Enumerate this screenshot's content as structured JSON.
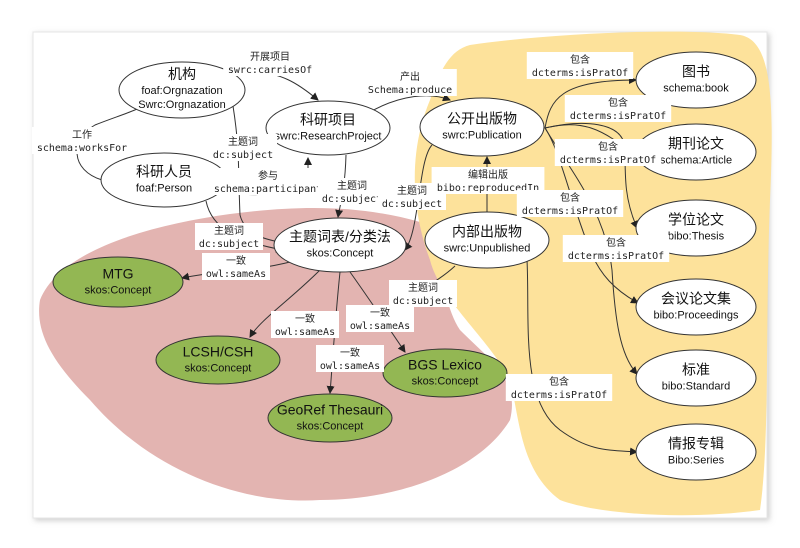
{
  "colors": {
    "concept_region": "#e3b4b1",
    "publication_region": "#fde29b",
    "concept_node": "#93b753",
    "node_fill": "#ffffff",
    "edge": "#333333"
  },
  "nodes": {
    "org": {
      "title": "机构",
      "lines": [
        "foaf:Orgnazation",
        "Swrc:Orgnazation"
      ]
    },
    "project": {
      "title": "科研项目",
      "lines": [
        "swrc:ResearchProject"
      ]
    },
    "person": {
      "title": "科研人员",
      "lines": [
        "foaf:Person"
      ]
    },
    "thesaurus": {
      "title": "主题词表/分类法",
      "lines": [
        "skos:Concept"
      ]
    },
    "mtg": {
      "title": "MTG",
      "lines": [
        "skos:Concept"
      ]
    },
    "lcsh": {
      "title": "LCSH/CSH",
      "lines": [
        "skos:Concept"
      ]
    },
    "georef": {
      "title": "GeoRef Thesauri",
      "lines": [
        "skos:Concept"
      ]
    },
    "bgs": {
      "title": "BGS Lexico",
      "lines": [
        "skos:Concept"
      ]
    },
    "publication": {
      "title": "公开出版物",
      "lines": [
        "swrc:Publication"
      ]
    },
    "unpublished": {
      "title": "内部出版物",
      "lines": [
        "swrc:Unpublished"
      ]
    },
    "book": {
      "title": "图书",
      "lines": [
        "schema:book"
      ]
    },
    "article": {
      "title": "期刊论文",
      "lines": [
        "schema:Article"
      ]
    },
    "thesis": {
      "title": "学位论文",
      "lines": [
        "bibo:Thesis"
      ]
    },
    "proceedings": {
      "title": "会议论文集",
      "lines": [
        "bibo:Proceedings"
      ]
    },
    "standard": {
      "title": "标准",
      "lines": [
        "bibo:Standard"
      ]
    },
    "series": {
      "title": "情报专辑",
      "lines": [
        "Bibo:Series"
      ]
    }
  },
  "edges": [
    {
      "id": "carries",
      "cn": "开展项目",
      "en": "swrc:carriesOf"
    },
    {
      "id": "produce",
      "cn": "产出",
      "en": "Schema:produce"
    },
    {
      "id": "works",
      "cn": "工作",
      "en": "schema:worksFor"
    },
    {
      "id": "orgsubj",
      "cn": "主题词",
      "en": "dc:subject"
    },
    {
      "id": "participant",
      "cn": "参与",
      "en": "schema:participant"
    },
    {
      "id": "projsubj",
      "cn": "主题词",
      "en": "dc:subject"
    },
    {
      "id": "pubsubj",
      "cn": "主题词",
      "en": "dc:subject"
    },
    {
      "id": "personsubj",
      "cn": "主题词",
      "en": "dc:subject"
    },
    {
      "id": "same_mtg",
      "cn": "一致",
      "en": "owl:sameAs"
    },
    {
      "id": "same_lcsh",
      "cn": "一致",
      "en": "owl:sameAs"
    },
    {
      "id": "same_georef",
      "cn": "一致",
      "en": "owl:sameAs"
    },
    {
      "id": "same_bgs",
      "cn": "一致",
      "en": "owl:sameAs"
    },
    {
      "id": "unpubsubj",
      "cn": "主题词",
      "en": "dc:subject"
    },
    {
      "id": "reproduced",
      "cn": "编辑出版",
      "en": "bibo:reproducedIn"
    },
    {
      "id": "part_book",
      "cn": "包含",
      "en": "dcterms:isPratOf"
    },
    {
      "id": "part_article",
      "cn": "包含",
      "en": "dcterms:isPratOf"
    },
    {
      "id": "part_thesis",
      "cn": "包含",
      "en": "dcterms:isPratOf"
    },
    {
      "id": "part_proc",
      "cn": "包含",
      "en": "dcterms:isPratOf"
    },
    {
      "id": "part_std",
      "cn": "包含",
      "en": "dcterms:isPratOf"
    },
    {
      "id": "part_series",
      "cn": "包含",
      "en": "dcterms:isPratOf"
    }
  ]
}
